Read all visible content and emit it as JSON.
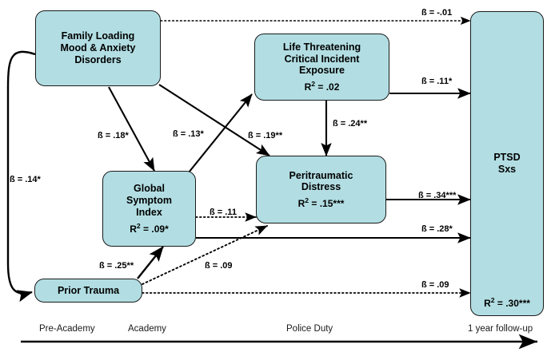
{
  "figure": {
    "type": "path-diagram",
    "accent_fill": "#b2dee3",
    "stroke": "#000000",
    "background": "#ffffff"
  },
  "nodes": [
    {
      "id": "family-loading",
      "label": "Family Loading\nMood & Anxiety\nDisorders",
      "r2": ""
    },
    {
      "id": "life-threatening",
      "label": "Life Threatening\nCritical Incident\nExposure",
      "r2": "R² = .02"
    },
    {
      "id": "global-symptom",
      "label": "Global\nSymptom\nIndex",
      "r2": "R² = .09*"
    },
    {
      "id": "peritraumatic",
      "label": "Peritraumatic\nDistress",
      "r2": "R² = .15***"
    },
    {
      "id": "prior-trauma",
      "label": "Prior Trauma",
      "r2": ""
    },
    {
      "id": "ptsd-sxs",
      "label": "PTSD\nSxs",
      "r2": "R² = .30***"
    }
  ],
  "paths": [
    {
      "id": "family-to-ptsd",
      "from": "family-loading",
      "to": "ptsd-sxs",
      "coefficient": "ß = -.01",
      "style": "dotted"
    },
    {
      "id": "family-to-global",
      "from": "family-loading",
      "to": "global-symptom",
      "coefficient": "ß = .18*",
      "style": "solid"
    },
    {
      "id": "global-to-life",
      "from": "global-symptom",
      "to": "life-threatening",
      "coefficient": "ß = .13*",
      "style": "solid"
    },
    {
      "id": "family-to-peritraumatic",
      "from": "family-loading",
      "to": "peritraumatic",
      "coefficient": "ß = .19**",
      "style": "solid"
    },
    {
      "id": "life-to-ptsd",
      "from": "life-threatening",
      "to": "ptsd-sxs",
      "coefficient": "ß = .11*",
      "style": "solid"
    },
    {
      "id": "life-to-peritraumatic",
      "from": "life-threatening",
      "to": "peritraumatic",
      "coefficient": "ß = .24**",
      "style": "solid"
    },
    {
      "id": "peritraumatic-to-ptsd",
      "from": "peritraumatic",
      "to": "ptsd-sxs",
      "coefficient": "ß = .34***",
      "style": "solid"
    },
    {
      "id": "global-to-peritraumatic",
      "from": "global-symptom",
      "to": "peritraumatic",
      "coefficient": "ß = .11",
      "style": "dotted"
    },
    {
      "id": "global-to-ptsd",
      "from": "global-symptom",
      "to": "ptsd-sxs",
      "coefficient": "ß = .28*",
      "style": "solid"
    },
    {
      "id": "prior-to-global",
      "from": "prior-trauma",
      "to": "global-symptom",
      "coefficient": "ß = .25**",
      "style": "solid"
    },
    {
      "id": "prior-to-peritraumatic",
      "from": "prior-trauma",
      "to": "peritraumatic",
      "coefficient": "ß = .09",
      "style": "dotted"
    },
    {
      "id": "prior-to-ptsd",
      "from": "prior-trauma",
      "to": "ptsd-sxs",
      "coefficient": "ß = .09",
      "style": "dotted"
    },
    {
      "id": "family-prior-correlation",
      "from": "family-loading",
      "to": "prior-trauma",
      "coefficient": "ß = .14*",
      "style": "curved-double"
    }
  ],
  "timeline": {
    "stages": [
      "Pre-Academy",
      "Academy",
      "Police Duty",
      "1 year follow-up"
    ]
  }
}
